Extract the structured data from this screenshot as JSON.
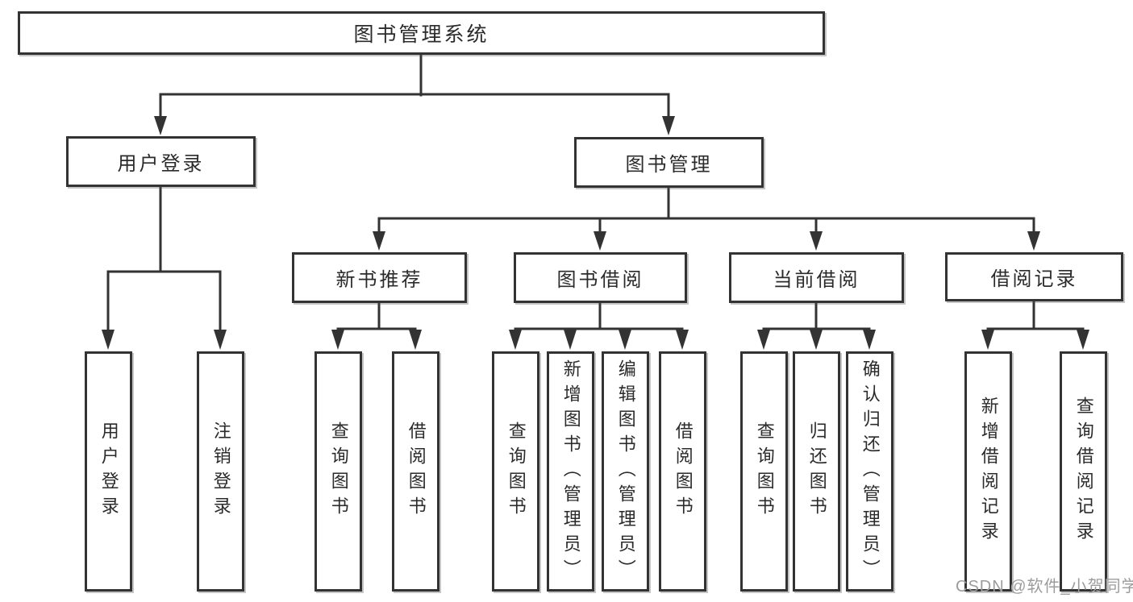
{
  "tree": {
    "root": {
      "label": "图书管理系统"
    },
    "branches": [
      {
        "label": "用户登录",
        "children": [
          {
            "label": "用户登录"
          },
          {
            "label": "注销登录"
          }
        ]
      },
      {
        "label": "图书管理",
        "groups": [
          {
            "label": "新书推荐",
            "children": [
              {
                "label": "查询图书"
              },
              {
                "label": "借阅图书"
              }
            ]
          },
          {
            "label": "图书借阅",
            "children": [
              {
                "label": "查询图书"
              },
              {
                "label": "新增图书（管理员）"
              },
              {
                "label": "编辑图书（管理员）"
              },
              {
                "label": "借阅图书"
              }
            ]
          },
          {
            "label": "当前借阅",
            "children": [
              {
                "label": "查询图书"
              },
              {
                "label": "归还图书"
              },
              {
                "label": "确认归还（管理员）"
              }
            ]
          },
          {
            "label": "借阅记录",
            "children": [
              {
                "label": "新增借阅记录"
              },
              {
                "label": "查询借阅记录"
              }
            ]
          }
        ]
      }
    ]
  },
  "watermark": {
    "text": "CSDN @软件_小贺同学"
  },
  "colors": {
    "background": "#ffffff",
    "box_border": "#333333",
    "box_fill": "#ffffff",
    "line": "#333333",
    "text": "#2b2b2b",
    "watermark": "#9c9c9c"
  }
}
